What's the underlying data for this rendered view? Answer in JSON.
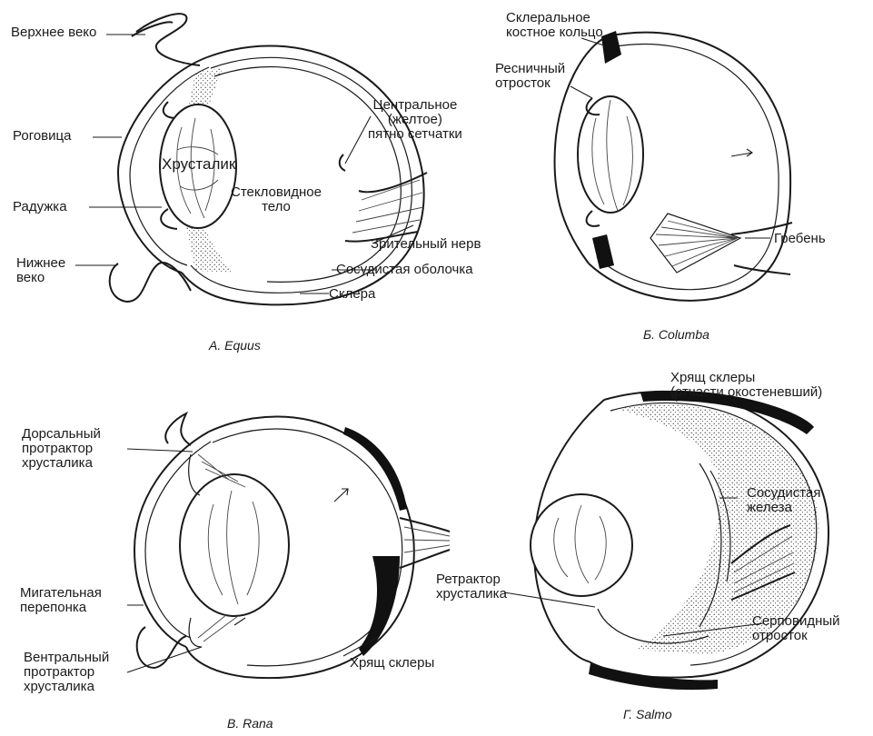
{
  "panels": {
    "a": {
      "caption": "А. Equus",
      "labels": {
        "upper_lid": "Верхнее веко",
        "cornea": "Роговица",
        "iris": "Радужка",
        "lower_lid": "Нижнее\nвеко",
        "lens": "Хрусталик",
        "vitreous": "Стекловидное\nтело",
        "fovea": "Центральное\n(желтое)\nпятно сетчатки",
        "optic_nerve": "Зрительный нерв",
        "choroid": "Сосудистая оболочка",
        "sclera": "Склера"
      }
    },
    "b": {
      "caption": "Б. Columba",
      "labels": {
        "scleral_ring": "Склеральное\nкостное кольцо",
        "ciliary_process": "Ресничный\nотросток",
        "pecten": "Гребень"
      }
    },
    "c": {
      "caption": "В. Rana",
      "labels": {
        "dorsal_protractor": "Дорсальный\nпротрактор\nхрусталика",
        "nictitating_membrane": "Мигательная\nперепонка",
        "ventral_protractor": "Вентральный\nпротрактор\nхрусталика",
        "scleral_cartilage": "Хрящ склеры"
      }
    },
    "d": {
      "caption": "Г. Salmo",
      "labels": {
        "scleral_cartilage_partial": "Хрящ склеры\n(отчасти окостеневший)",
        "vascular_gland": "Сосудистая\nжелеза",
        "lens_retractor": "Ретрактор\nхрусталика",
        "falciform_process": "Серповидный\nотросток"
      }
    }
  }
}
